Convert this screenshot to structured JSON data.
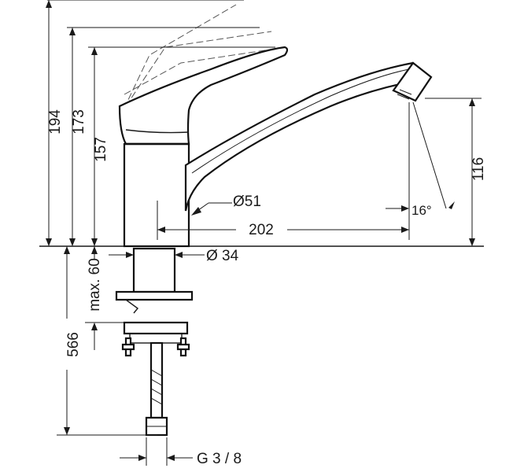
{
  "dimensions": {
    "height_total": "194",
    "height_handle": "173",
    "height_body": "157",
    "spout_diameter": "Ø51",
    "spout_reach": "202",
    "spout_angle": "16°",
    "spout_height": "116",
    "shank_diameter": "Ø 34",
    "max_counter": "max. 60",
    "hose_length": "566",
    "connection": "G 3 / 8"
  }
}
